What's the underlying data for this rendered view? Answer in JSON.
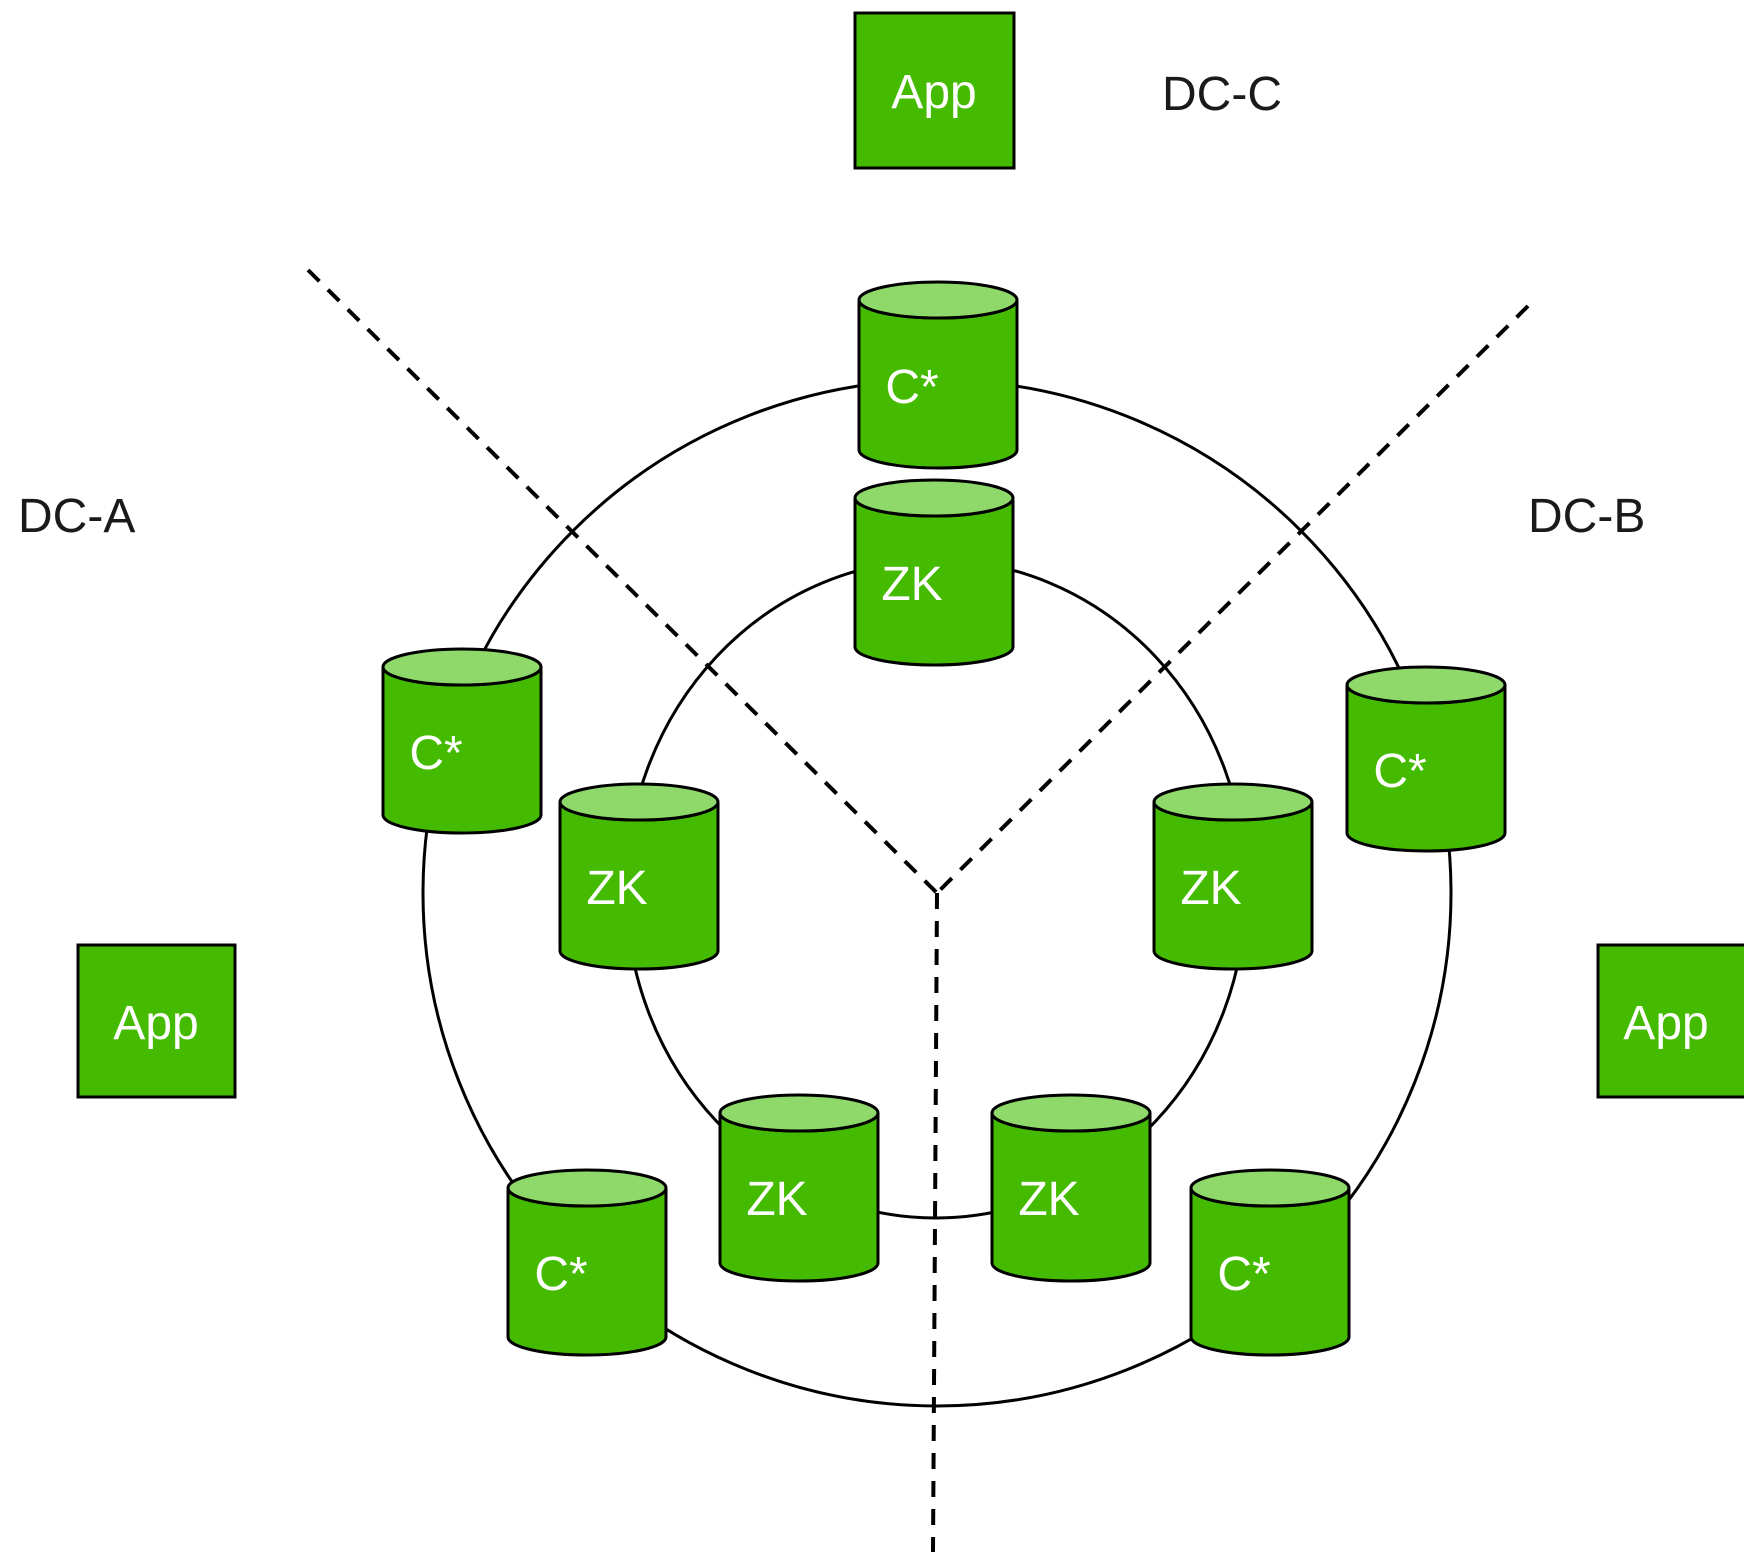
{
  "colors": {
    "node_fill": "#44bb00",
    "node_top_fill": "#8fd96a",
    "stroke": "#000000",
    "node_text": "#ffffff",
    "label_text": "#1a1a1a"
  },
  "datacenters": {
    "a": "DC-A",
    "b": "DC-B",
    "c": "DC-C"
  },
  "apps": [
    {
      "id": "app-dc-c",
      "label": "App",
      "icon": "app-box-icon"
    },
    {
      "id": "app-dc-a",
      "label": "App",
      "icon": "app-box-icon"
    },
    {
      "id": "app-dc-b",
      "label": "App",
      "icon": "app-box-icon"
    }
  ],
  "cassandra_nodes": [
    {
      "id": "c-top",
      "label": "C*",
      "icon": "database-cylinder-icon"
    },
    {
      "id": "c-left",
      "label": "C*",
      "icon": "database-cylinder-icon"
    },
    {
      "id": "c-right",
      "label": "C*",
      "icon": "database-cylinder-icon"
    },
    {
      "id": "c-bottom-left",
      "label": "C*",
      "icon": "database-cylinder-icon"
    },
    {
      "id": "c-bottom-right",
      "label": "C*",
      "icon": "database-cylinder-icon"
    }
  ],
  "zookeeper_nodes": [
    {
      "id": "zk-top",
      "label": "ZK",
      "icon": "database-cylinder-icon"
    },
    {
      "id": "zk-left",
      "label": "ZK",
      "icon": "database-cylinder-icon"
    },
    {
      "id": "zk-right",
      "label": "ZK",
      "icon": "database-cylinder-icon"
    },
    {
      "id": "zk-bottom-left",
      "label": "ZK",
      "icon": "database-cylinder-icon"
    },
    {
      "id": "zk-bottom-right",
      "label": "ZK",
      "icon": "database-cylinder-icon"
    }
  ]
}
